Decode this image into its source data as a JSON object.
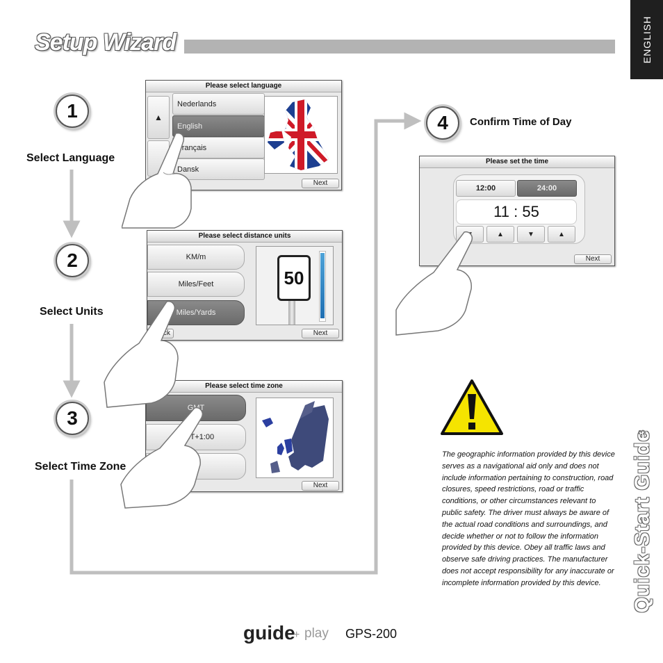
{
  "page": {
    "title": "Setup Wizard",
    "language_tab": "ENGLISH",
    "side_title": "Quick-Start Guide",
    "page_number": "3"
  },
  "steps": [
    {
      "number": "1",
      "label": "Select Language"
    },
    {
      "number": "2",
      "label": "Select Units"
    },
    {
      "number": "3",
      "label": "Select Time Zone"
    },
    {
      "number": "4",
      "label": "Confirm Time of Day"
    }
  ],
  "screen_language": {
    "title": "Please select language",
    "options": [
      "Nederlands",
      "English",
      "Français",
      "Dansk"
    ],
    "selected": "English",
    "up_glyph": "▲",
    "next": "Next"
  },
  "screen_units": {
    "title": "Please select distance units",
    "options": [
      "KM/m",
      "Miles/Feet",
      "Miles/Yards"
    ],
    "selected": "Miles/Yards",
    "sign": "50",
    "back": "Back",
    "next": "Next"
  },
  "screen_timezone": {
    "title": "Please select time zone",
    "options": [
      "GMT",
      "GMT+1:00",
      ""
    ],
    "selected": "GMT",
    "next": "Next"
  },
  "screen_time": {
    "title": "Please set the time",
    "format_12": "12:00",
    "format_24": "24:00",
    "time": "11 : 55",
    "arrows": [
      "▼",
      "▲",
      "▼",
      "▲"
    ],
    "next": "Next"
  },
  "warning": {
    "icon": "warning-triangle-icon",
    "text": "The geographic information provided by this device serves as a navigational aid only and does not include information pertaining to construction, road closures, speed restrictions, road or traffic conditions, or other circumstances relevant to public safety. The driver must always be aware of the actual road conditions and surroundings, and decide whether or not to follow the information provided by this device. Obey all traffic laws and observe safe driving practices. The manufacturer does not accept responsibility for any inaccurate or incomplete information provided by this device."
  },
  "footer": {
    "brand": "guide",
    "plus": "+",
    "play": "play",
    "model": "GPS-200"
  },
  "colors": {
    "title_bar": "#b3b3b3",
    "tab_bg": "#1f1f1f",
    "arrow": "#bfbfbf",
    "selected_option": "#777777",
    "warning_yellow": "#f5e400"
  }
}
